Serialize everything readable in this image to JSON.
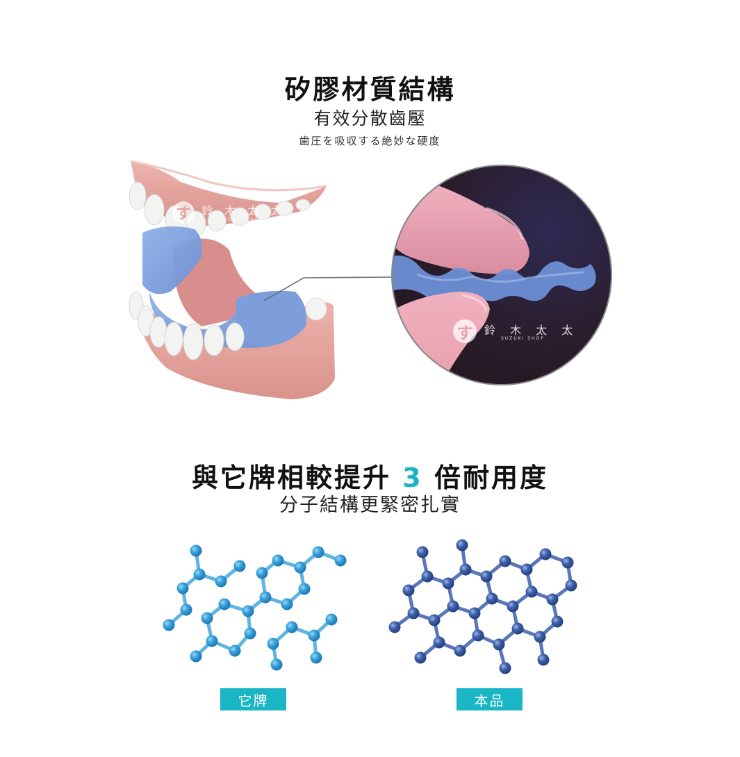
{
  "section1": {
    "title": "矽膠材質結構",
    "subtitle": "有效分散齒壓",
    "caption_jp": "歯圧を吸収する絶妙な硬度"
  },
  "section2": {
    "title_before": "與它牌相較提升",
    "title_highlight": "3",
    "title_after": "倍耐用度",
    "subtitle": "分子結構更緊密扎實"
  },
  "watermark": {
    "logo_glyph": "す",
    "brand_name": "鈴 木 太 太",
    "brand_sub": "SUZUKI SHOP"
  },
  "comparison": {
    "left_label": "它牌",
    "right_label": "本品"
  },
  "colors": {
    "accent": "#1ab6c6",
    "highlight_number": "#1ab2c4",
    "molecule_other": "#3a9fd6",
    "molecule_ours": "#3a5fa8",
    "gum": "#e6a6a0",
    "guard_blue": "#7d9fdc",
    "photo_bg": "#2c1e2a"
  }
}
